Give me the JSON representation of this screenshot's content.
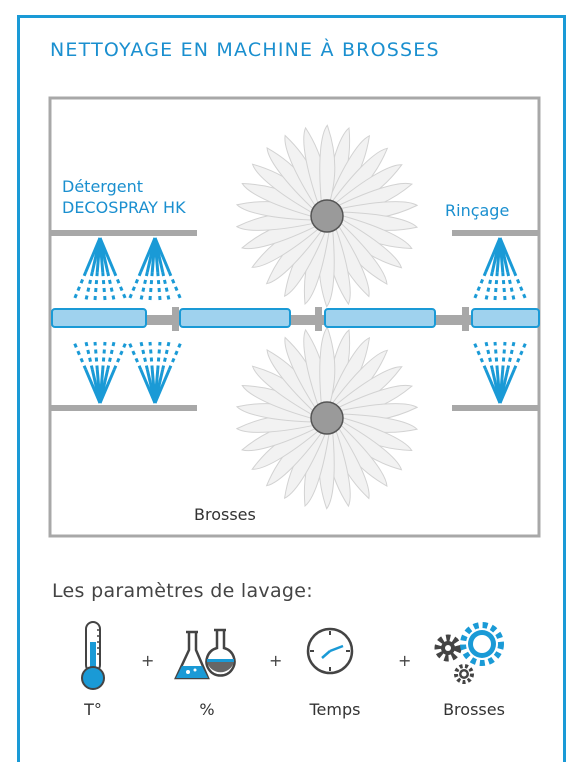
{
  "title": "NETTOYAGE EN MACHINE À BROSSES",
  "diagram": {
    "detergent_label_line1": "Détergent",
    "detergent_label_line2": "DECOSPRAY HK",
    "rinse_label": "Rinçage",
    "brushes_label": "Brosses"
  },
  "params": {
    "heading": "Les paramètres de lavage:",
    "items": [
      {
        "label": "T°",
        "icon": "thermometer-icon"
      },
      {
        "label": "%",
        "icon": "flasks-icon"
      },
      {
        "label": "Temps",
        "icon": "clock-icon"
      },
      {
        "label": "Brosses",
        "icon": "gears-icon"
      }
    ],
    "operator": "+"
  },
  "colors": {
    "accent": "#1a9ad6",
    "frame_gray": "#a8a8a8",
    "brush": "#e6e6e6"
  }
}
